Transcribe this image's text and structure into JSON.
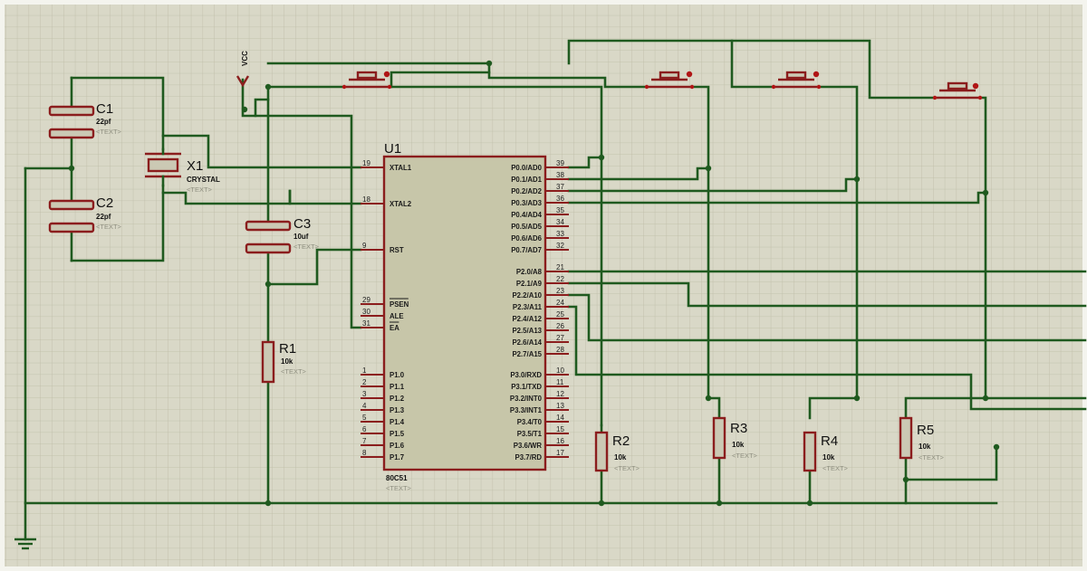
{
  "power": {
    "vcc_label": "VCC"
  },
  "capacitors": [
    {
      "ref": "C1",
      "value": "22pf",
      "text": "<TEXT>"
    },
    {
      "ref": "C2",
      "value": "22pf",
      "text": "<TEXT>"
    },
    {
      "ref": "C3",
      "value": "10uf",
      "text": "<TEXT>"
    }
  ],
  "crystal": {
    "ref": "X1",
    "value": "CRYSTAL",
    "text": "<TEXT>"
  },
  "resistors": [
    {
      "ref": "R1",
      "value": "10k",
      "text": "<TEXT>"
    },
    {
      "ref": "R2",
      "value": "10k",
      "text": "<TEXT>"
    },
    {
      "ref": "R3",
      "value": "10k",
      "text": "<TEXT>"
    },
    {
      "ref": "R4",
      "value": "10k",
      "text": "<TEXT>"
    },
    {
      "ref": "R5",
      "value": "10k",
      "text": "<TEXT>"
    }
  ],
  "mcu": {
    "ref": "U1",
    "part": "80C51",
    "text": "<TEXT>",
    "left_pins": [
      {
        "num": "19",
        "name": "XTAL1"
      },
      {
        "num": "18",
        "name": "XTAL2"
      },
      {
        "num": "9",
        "name": "RST"
      },
      {
        "num": "29",
        "name": "PSEN"
      },
      {
        "num": "30",
        "name": "ALE"
      },
      {
        "num": "31",
        "name": "EA"
      },
      {
        "num": "1",
        "name": "P1.0"
      },
      {
        "num": "2",
        "name": "P1.1"
      },
      {
        "num": "3",
        "name": "P1.2"
      },
      {
        "num": "4",
        "name": "P1.3"
      },
      {
        "num": "5",
        "name": "P1.4"
      },
      {
        "num": "6",
        "name": "P1.5"
      },
      {
        "num": "7",
        "name": "P1.6"
      },
      {
        "num": "8",
        "name": "P1.7"
      }
    ],
    "right_pins": [
      {
        "num": "39",
        "name": "P0.0/AD0"
      },
      {
        "num": "38",
        "name": "P0.1/AD1"
      },
      {
        "num": "37",
        "name": "P0.2/AD2"
      },
      {
        "num": "36",
        "name": "P0.3/AD3"
      },
      {
        "num": "35",
        "name": "P0.4/AD4"
      },
      {
        "num": "34",
        "name": "P0.5/AD5"
      },
      {
        "num": "33",
        "name": "P0.6/AD6"
      },
      {
        "num": "32",
        "name": "P0.7/AD7"
      },
      {
        "num": "21",
        "name": "P2.0/A8"
      },
      {
        "num": "22",
        "name": "P2.1/A9"
      },
      {
        "num": "23",
        "name": "P2.2/A10"
      },
      {
        "num": "24",
        "name": "P2.3/A11"
      },
      {
        "num": "25",
        "name": "P2.4/A12"
      },
      {
        "num": "26",
        "name": "P2.5/A13"
      },
      {
        "num": "27",
        "name": "P2.6/A14"
      },
      {
        "num": "28",
        "name": "P2.7/A15"
      },
      {
        "num": "10",
        "name": "P3.0/RXD"
      },
      {
        "num": "11",
        "name": "P3.1/TXD"
      },
      {
        "num": "12",
        "name": "P3.2/INT0"
      },
      {
        "num": "13",
        "name": "P3.3/INT1"
      },
      {
        "num": "14",
        "name": "P3.4/T0"
      },
      {
        "num": "15",
        "name": "P3.5/T1"
      },
      {
        "num": "16",
        "name": "P3.6/WR"
      },
      {
        "num": "17",
        "name": "P3.7/RD"
      }
    ]
  }
}
